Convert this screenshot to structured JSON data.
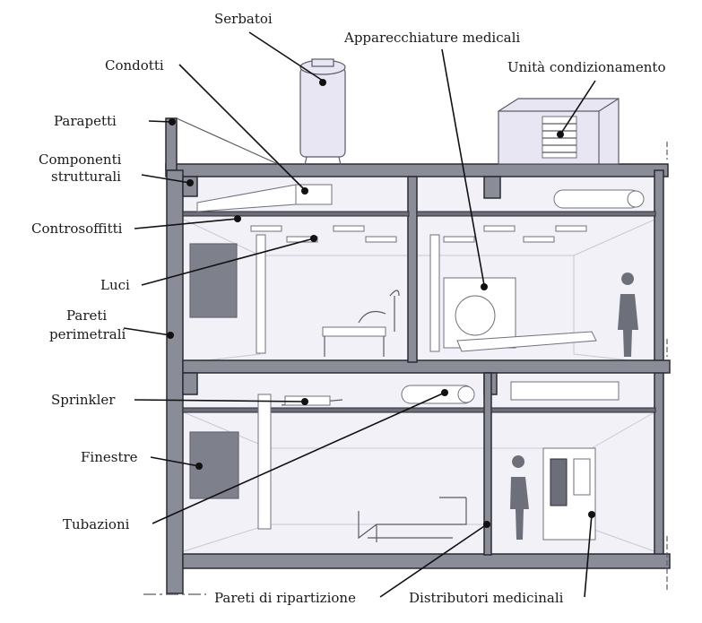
{
  "labels": {
    "serbatoi": "Serbatoi",
    "apparecchiature": "Apparecchiature medicali",
    "condotti": "Condotti",
    "unita": "Unità condizionamento",
    "parapetti": "Parapetti",
    "componenti_1": "Componenti",
    "componenti_2": "strutturali",
    "controsoffitti": "Controsoffitti",
    "luci": "Luci",
    "pareti_1": "Pareti",
    "pareti_2": "perimetrali",
    "sprinkler": "Sprinkler",
    "finestre": "Finestre",
    "tubazioni": "Tubazioni",
    "ripartizione": "Pareti di ripartizione",
    "distributori": "Distributori medicinali"
  },
  "colors": {
    "structure": "#8a8d98",
    "interior": "#f2f1f8",
    "leader": "#111111"
  }
}
